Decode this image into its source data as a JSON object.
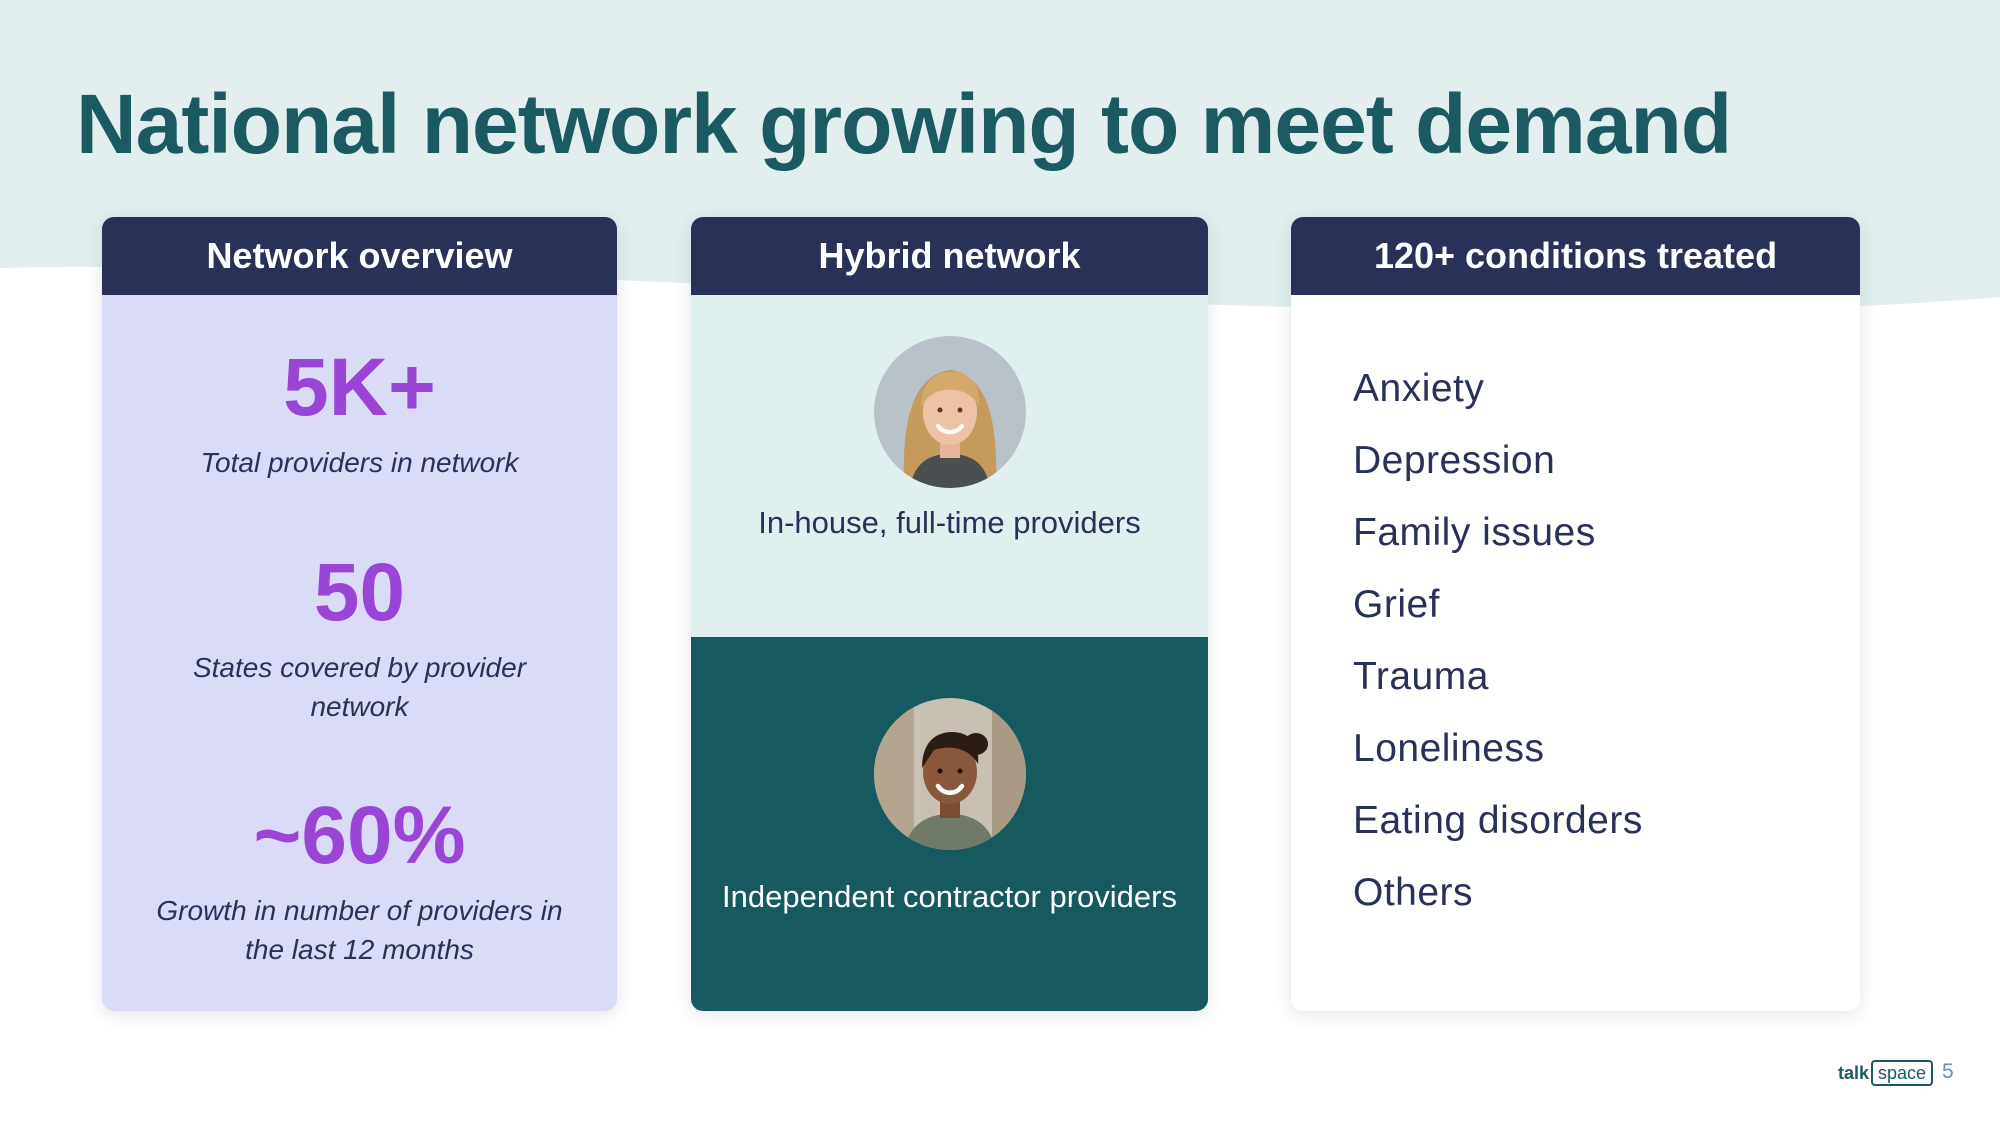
{
  "slide": {
    "title": "National network growing to meet demand",
    "page_number": "5",
    "logo": {
      "left": "talk",
      "right": "space"
    }
  },
  "colors": {
    "title": "#1a5a60",
    "header_bg": "#2a3158",
    "stat_value": "#9b45d6",
    "overview_bg": "#d9dbf7",
    "hybrid_top_bg": "#dff0ee",
    "hybrid_bottom_bg": "#165a60",
    "background_wave": "#e2efee"
  },
  "network_overview": {
    "header": "Network overview",
    "stats": [
      {
        "value": "5K+",
        "label": "Total providers in network"
      },
      {
        "value": "50",
        "label": "States covered by provider network"
      },
      {
        "value": "~60%",
        "label": "Growth in number of providers in the last 12 months"
      }
    ]
  },
  "hybrid_network": {
    "header": "Hybrid network",
    "top": {
      "label": "In-house, full-time providers",
      "icon": "provider-photo"
    },
    "bottom": {
      "label": "Independent contractor providers",
      "icon": "provider-photo"
    }
  },
  "conditions": {
    "header": "120+ conditions treated",
    "items": [
      "Anxiety",
      "Depression",
      "Family issues",
      "Grief",
      "Trauma",
      "Loneliness",
      "Eating disorders",
      "Others"
    ]
  }
}
